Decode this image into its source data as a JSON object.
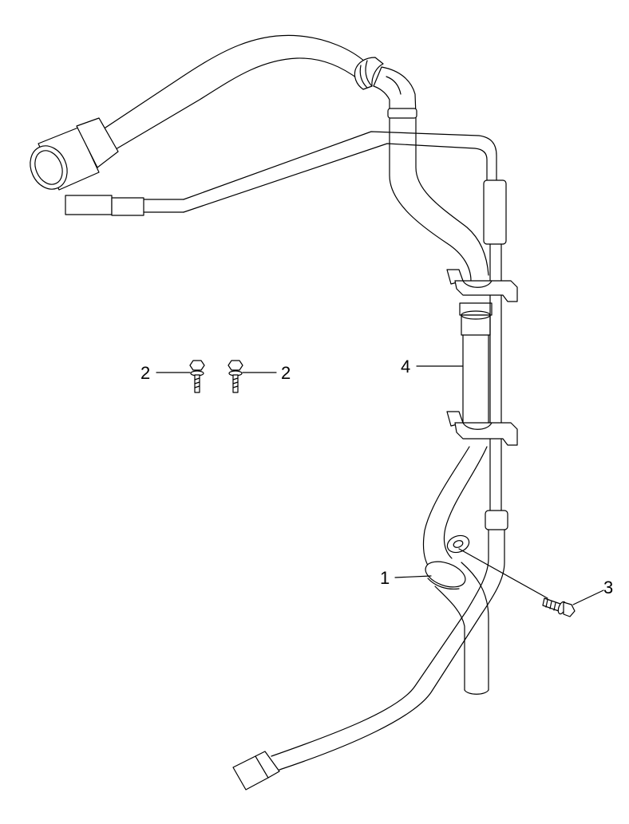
{
  "diagram": {
    "callouts": [
      {
        "id": "callout-1",
        "label": "1"
      },
      {
        "id": "callout-2a",
        "label": "2"
      },
      {
        "id": "callout-2b",
        "label": "2"
      },
      {
        "id": "callout-3",
        "label": "3"
      },
      {
        "id": "callout-4",
        "label": "4"
      }
    ]
  }
}
